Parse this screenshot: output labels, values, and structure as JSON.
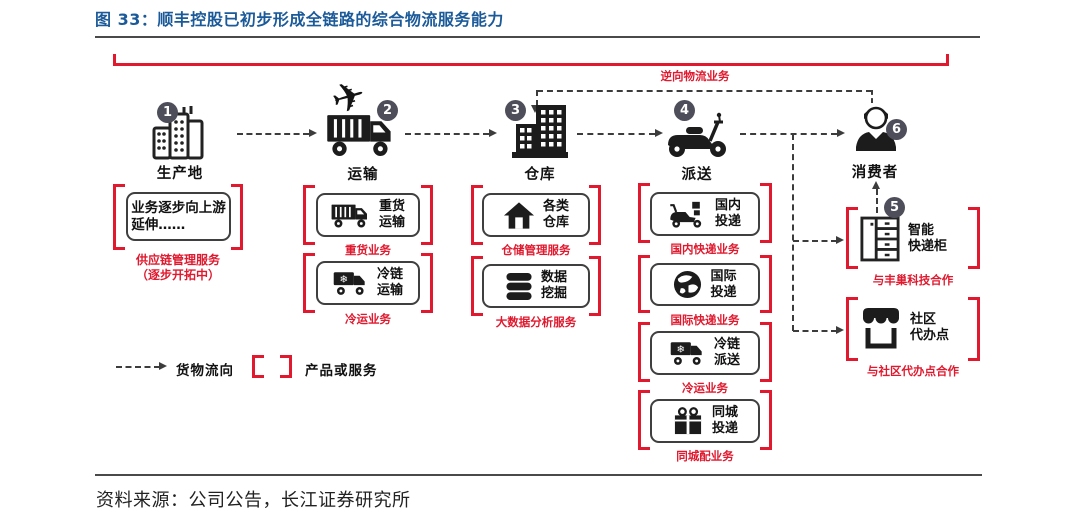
{
  "page": {
    "title": "图  33：顺丰控股已初步形成全链路的综合物流服务能力",
    "source": "资料来源：公司公告，长江证券研究所"
  },
  "colors": {
    "accent_red": "#e0192e",
    "title_blue": "#1b5a99",
    "badge_gray": "#4e4e5a"
  },
  "reverse_flow_label": "逆向物流业务",
  "icons": {
    "airplane": "✈",
    "snowflake": "❄"
  },
  "nodes": {
    "production": {
      "num": "1",
      "label": "生产地"
    },
    "transport": {
      "num": "2",
      "label": "运输"
    },
    "warehouse": {
      "num": "3",
      "label": "仓库"
    },
    "delivery": {
      "num": "4",
      "label": "派送"
    },
    "consumer": {
      "num": "6",
      "label": "消费者"
    },
    "locker_num": "5"
  },
  "units": {
    "production": {
      "box_text": "业务逐步向上游\n延伸……",
      "caption": "供应链管理服务\n（逐步开拓中）"
    },
    "transport": [
      {
        "text": "重货\n运输",
        "caption": "重货业务"
      },
      {
        "text": "冷链\n运输",
        "caption": "冷运业务"
      }
    ],
    "warehouse": [
      {
        "text": "各类\n仓库",
        "caption": "仓储管理服务"
      },
      {
        "text": "数据\n挖掘",
        "caption": "大数据分析服务"
      }
    ],
    "delivery": [
      {
        "text": "国内\n投递",
        "caption": "国内快递业务"
      },
      {
        "text": "国际\n投递",
        "caption": "国际快递业务"
      },
      {
        "text": "冷链\n派送",
        "caption": "冷运业务"
      },
      {
        "text": "同城\n投递",
        "caption": "同城配业务"
      }
    ],
    "lastmile": [
      {
        "text": "智能\n快递柜",
        "caption": "与丰巢科技合作"
      },
      {
        "text": "社区\n代办点",
        "caption": "与社区代办点合作"
      }
    ]
  },
  "legend": {
    "flow": "货物流向",
    "bracket": "产品或服务"
  }
}
